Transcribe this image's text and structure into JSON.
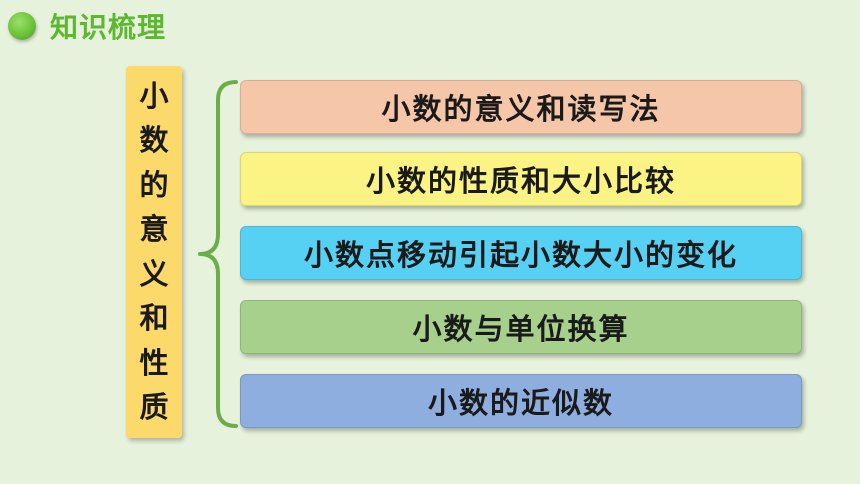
{
  "header": {
    "title": "知识梳理",
    "dot_color": "#6cc23a",
    "title_color": "#5cb82e"
  },
  "vertical_title": {
    "chars": [
      "小",
      "数",
      "的",
      "意",
      "义",
      "和",
      "性",
      "质"
    ],
    "color": "#fbd96a"
  },
  "brace": {
    "color": "#6aae4a"
  },
  "topics": [
    {
      "label": "小数的意义和读写法",
      "color": "#f5c6a8"
    },
    {
      "label": "小数的性质和大小比较",
      "color": "#fbf384"
    },
    {
      "label": "小数点移动引起小数大小的变化",
      "color": "#56d0f3"
    },
    {
      "label": "小数与单位换算",
      "color": "#a6d08b"
    },
    {
      "label": "小数的近似数",
      "color": "#8eaee0"
    }
  ]
}
